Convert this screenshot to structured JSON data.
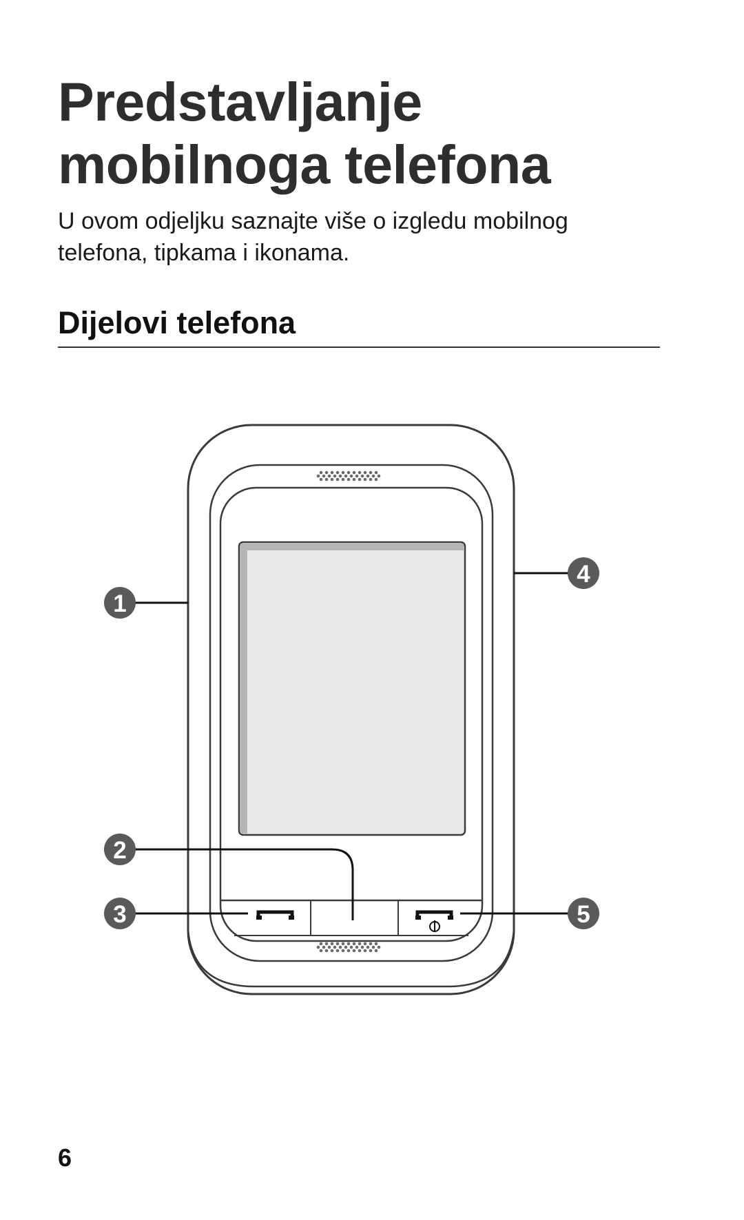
{
  "header": {
    "title_line1": "Predstavljanje",
    "title_line2": "mobilnoga telefona"
  },
  "intro": {
    "line1": "U ovom odjeljku saznajte više o izgledu mobilnog",
    "line2": "telefona, tipkama i ikonama."
  },
  "section": {
    "heading": "Dijelovi telefona"
  },
  "figure": {
    "callouts": [
      "1",
      "2",
      "3",
      "4",
      "5"
    ],
    "icons": [
      "call-key-icon",
      "end-power-key-icon"
    ]
  },
  "footer": {
    "page_number": "6"
  }
}
